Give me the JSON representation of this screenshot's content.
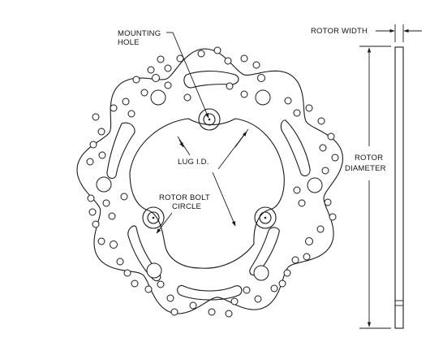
{
  "labels": {
    "mounting_hole_line1": "MOUNTING",
    "mounting_hole_line2": "HOLE",
    "lug_id": "LUG I.D.",
    "rotor_bolt_circle_line1": "ROTOR BOLT",
    "rotor_bolt_circle_line2": "CIRCLE",
    "rotor_width": "ROTOR WIDTH",
    "rotor_diameter_line1": "ROTOR",
    "rotor_diameter_line2": "DIAMETER"
  },
  "colors": {
    "line": "#1a1a1a",
    "background": "#ffffff"
  }
}
